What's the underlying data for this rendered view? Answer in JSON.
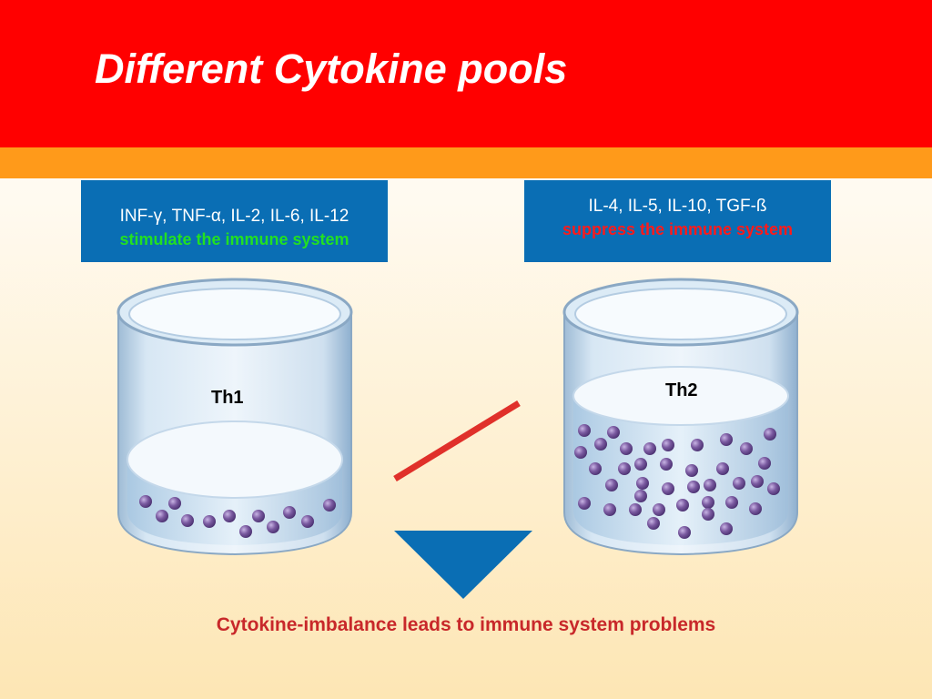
{
  "title": "Different Cytokine pools",
  "th1_box": {
    "cytokines": "INF-γ, TNF-α, IL-2, IL-6, IL-12",
    "effect": "stimulate the immune system"
  },
  "th2_box": {
    "cytokines": "IL-4, IL-5, IL-10, TGF-ß",
    "effect": "suppress the immune system"
  },
  "beaker_left_label": "Th1",
  "beaker_right_label": "Th2",
  "footer": "Cytokine-imbalance leads to immune system problems",
  "colors": {
    "header_red": "#ff0000",
    "header_stripe_orange": "#ff9a1a",
    "box_blue": "#0a6eb4",
    "stimulate_green": "#22e022",
    "suppress_red": "#ff1a1a",
    "footer_text": "#c8282a",
    "balance_line_red": "#e0302a",
    "pivot_triangle_blue": "#0a6eb4",
    "cell_purple": "#7a5aa0"
  },
  "icons": {
    "beaker": "beaker-icon",
    "cell": "cell-sphere-icon",
    "pivot": "triangle-down-icon"
  }
}
